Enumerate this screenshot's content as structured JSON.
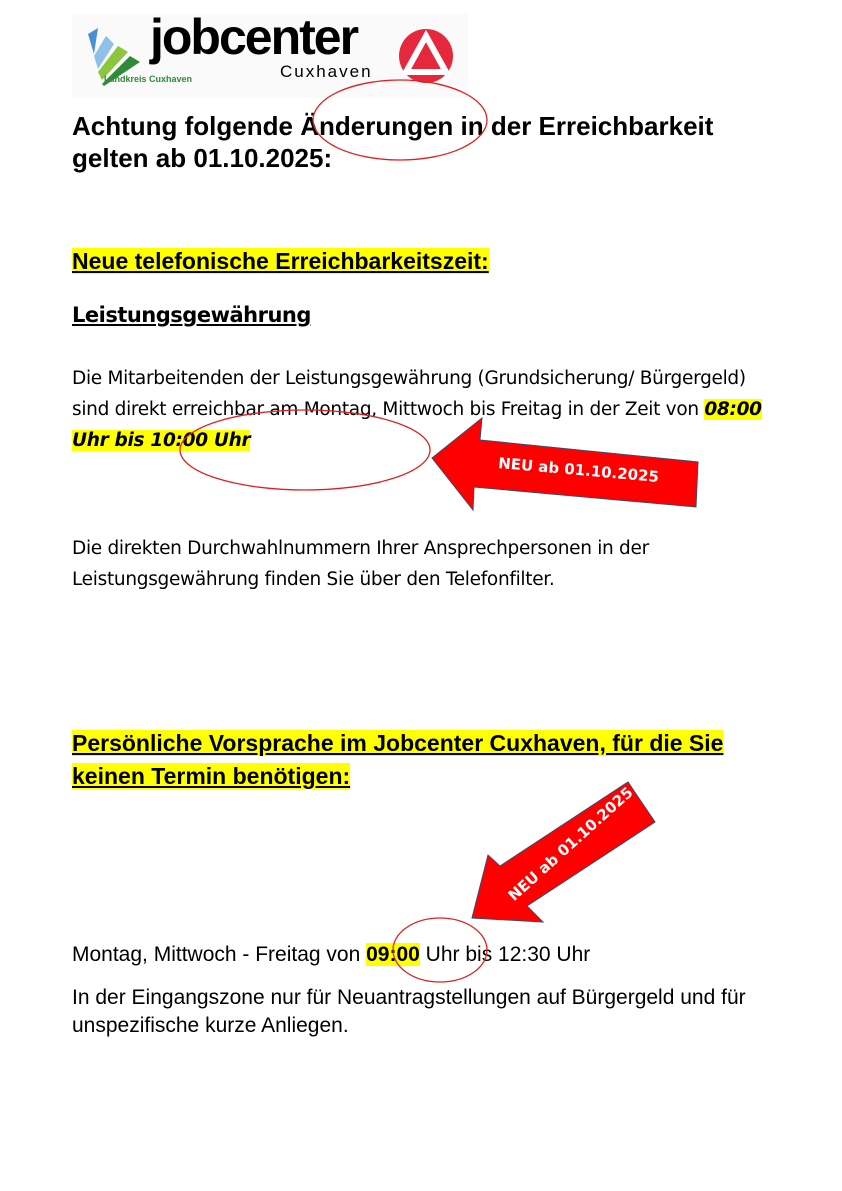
{
  "logo": {
    "brand": "jobcenter",
    "location": "Cuxhaven",
    "district": "Landkreis Cuxhaven"
  },
  "title": "Achtung folgende Änderungen in der Erreichbarkeit gelten ab 01.10.2025:",
  "section1": {
    "heading": "Neue telefonische Erreichbarkeitszeit:",
    "subheading": "Leistungsgewährung",
    "para1_before": "Die Mitarbeitenden der Leistungsgewährung (Grundsicherung/ Bürgergeld) sind direkt erreichbar am Montag, Mittwoch bis Freitag in der Zeit von ",
    "para1_time": "08:00 Uhr bis 10:00 Uhr",
    "para2": "Die direkten Durchwahlnummern Ihrer Ansprechpersonen in der Leistungsgewährung finden Sie über den Telefonfilter.",
    "arrow_label": "NEU ab 01.10.2025"
  },
  "section2": {
    "heading": "Persönliche Vorsprache im Jobcenter Cuxhaven, für die Sie keinen Termin benötigen:",
    "hours_before": "Montag, Mittwoch - Freitag von ",
    "hours_start": "09:00",
    "hours_after": " Uhr bis 12:30 Uhr",
    "note": "In der Eingangszone nur für Neuantragstellungen auf Bürgergeld und für unspezifische kurze Anliegen.",
    "arrow_label": "NEU ab 01.10.2025"
  },
  "colors": {
    "highlight": "#ffff00",
    "arrow": "#ff0000",
    "circle": "#e02020"
  }
}
